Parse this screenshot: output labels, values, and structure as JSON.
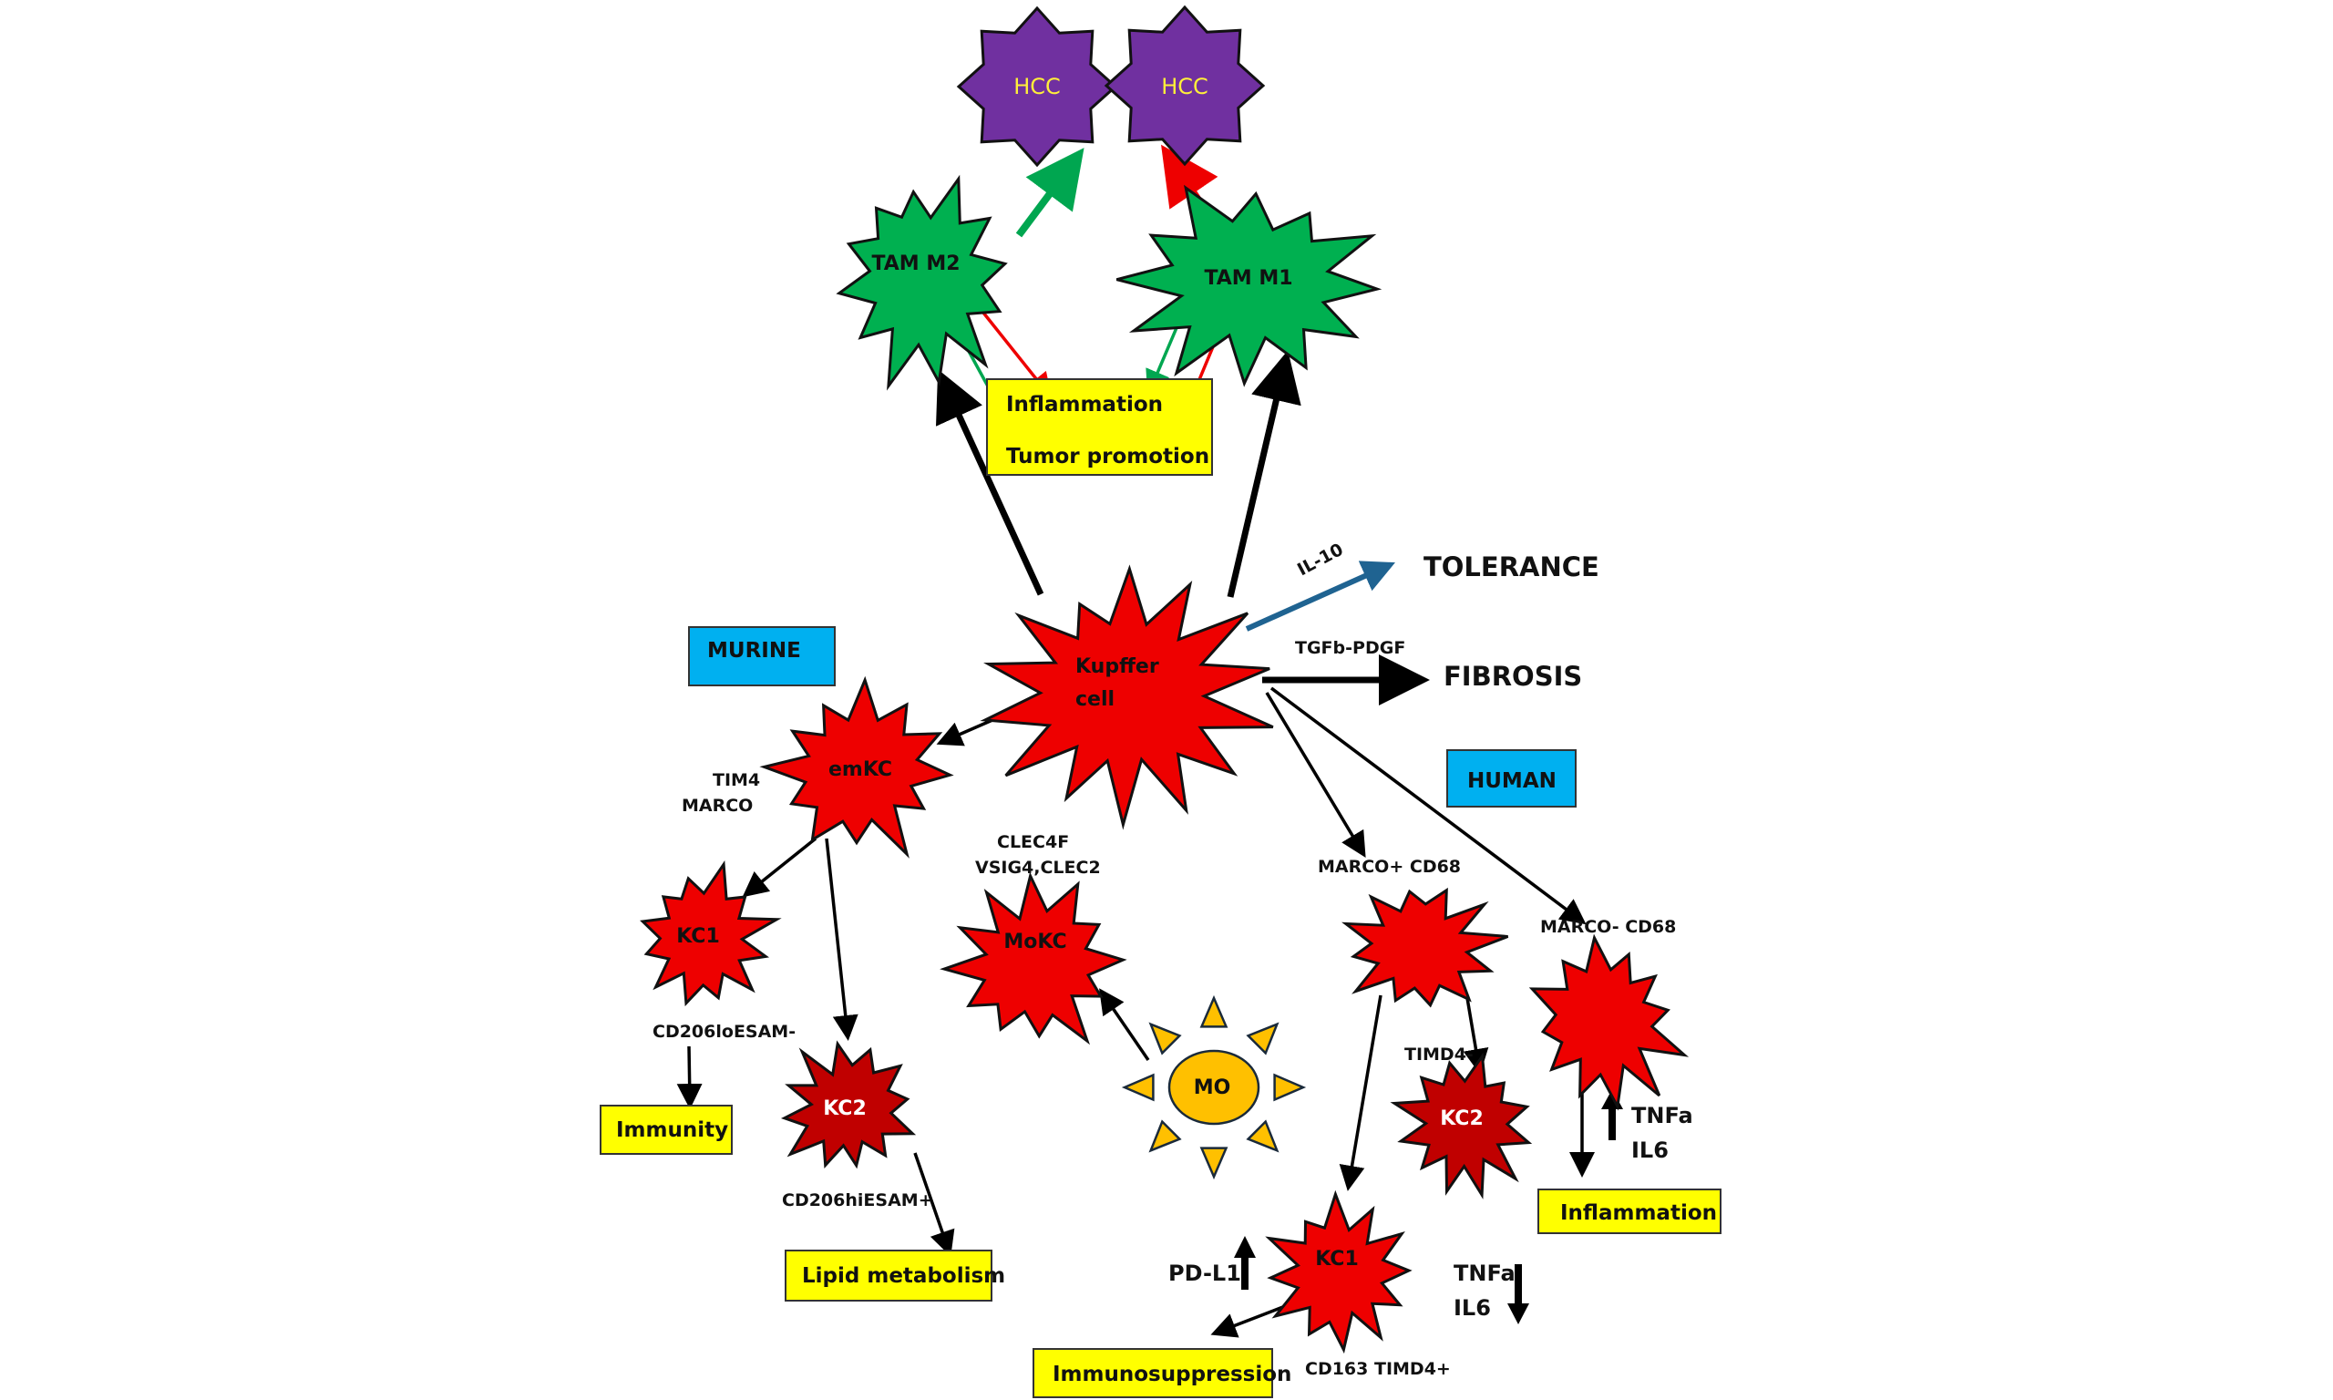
{
  "colors": {
    "cell_red": "#ee0000",
    "cell_dark_red": "#c00000",
    "tam_green": "#00b050",
    "hcc_purple": "#7030a0",
    "hcc_text": "#ffef3a",
    "mo_yellow": "#ffc000",
    "outcome_yellow": "#ffff00",
    "species_blue": "#00b0f0",
    "arrow_teal": "#1f6391",
    "arrow_green": "#00a650",
    "arrow_red": "#ee0000",
    "arrow_black": "#000000"
  },
  "nodes": {
    "hcc_left": "HCC",
    "hcc_right": "HCC",
    "tam_m2": "TAM M2",
    "tam_m1": "TAM M1",
    "kupffer": [
      "Kupffer",
      "cell"
    ],
    "emkc": "emKC",
    "kc1_murine": "KC1",
    "kc2_murine": "KC2",
    "mokc": "MoKC",
    "mo": "MO",
    "marco_pos_cell": "",
    "kc2_human": "KC2",
    "marco_neg_cell": "",
    "kc1_human": "KC1"
  },
  "boxes": {
    "tam_outcomes": [
      "Inflammation",
      "Tumor promotion"
    ],
    "murine": "MURINE",
    "human": "HUMAN",
    "immunity": "Immunity",
    "lipid_metabolism": "Lipid metabolism",
    "inflammation_human": "Inflammation",
    "immunosuppression": "Immunosuppression"
  },
  "labels": {
    "il10": "IL-10",
    "tolerance": "TOLERANCE",
    "tgfb_pdgf": "TGFb-PDGF",
    "fibrosis": "FIBROSIS",
    "tim4": "TIM4",
    "marco": "MARCO",
    "clec4f": "CLEC4F",
    "vsig4_clec2": "VSIG4,CLEC2",
    "cd206lo": "CD206loESAM-",
    "cd206hi": "CD206hiESAM+",
    "marco_pos_cd68": "MARCO+ CD68",
    "marco_neg_cd68": "MARCO- CD68",
    "timd4_neg": "TIMD4-",
    "tnfa_up": "TNFa",
    "il6_up": "IL6",
    "pdl1": "PD-L1",
    "tnfa_down": "TNFa",
    "il6_down": "IL6",
    "cd163_timd4": "CD163 TIMD4+"
  }
}
